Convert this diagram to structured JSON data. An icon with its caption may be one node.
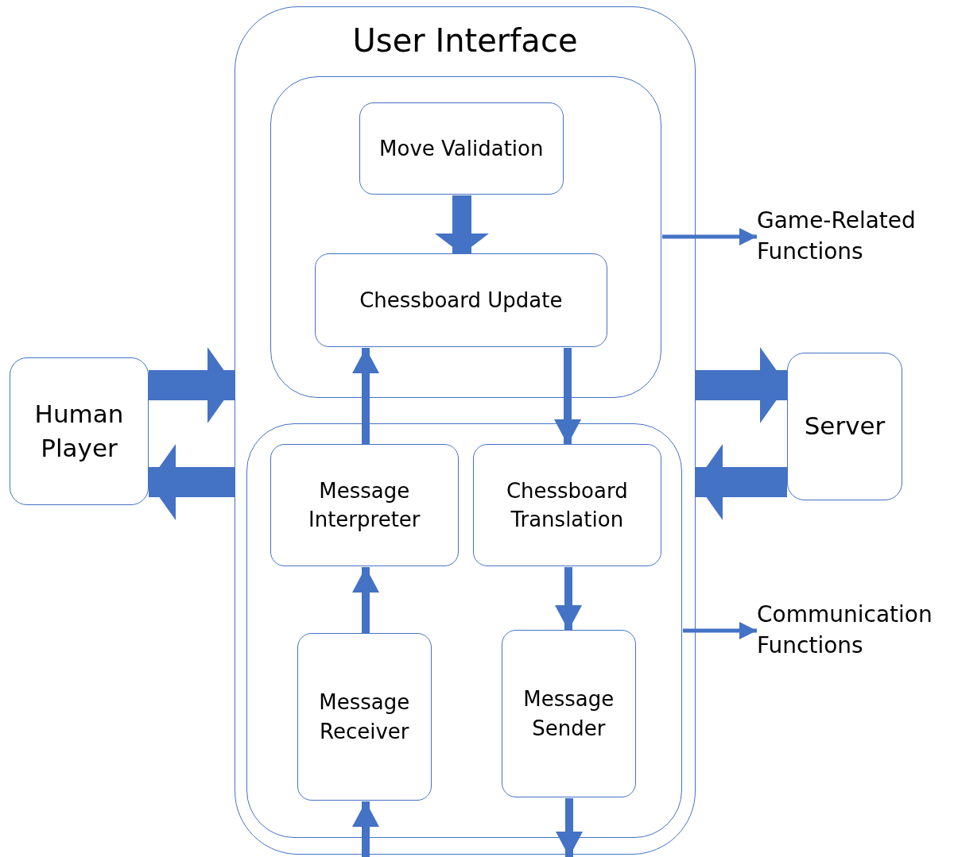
{
  "diagram": {
    "nodes": [
      {
        "text": [
          "User Interface"
        ]
      },
      {
        "text": [],
        "shape": "box",
        "in": 0
      },
      {
        "text": [
          "Move Validation"
        ],
        "in": 1
      },
      {
        "text": [
          "Chessboard Update"
        ],
        "in": 1
      },
      {
        "text": [],
        "shape": "box",
        "in": 0
      },
      {
        "text": [
          "Message Interpreter"
        ],
        "in": 4
      },
      {
        "text": [
          "Chessboard Translation"
        ],
        "in": 4
      },
      {
        "text": [
          "Message Receiver"
        ],
        "in": 4
      },
      {
        "text": [
          "Message Sender"
        ],
        "in": 4
      },
      {
        "text": [
          "Human Player"
        ]
      },
      {
        "text": [
          "Server"
        ]
      },
      {
        "text": [
          "Game-Related Functions"
        ]
      },
      {
        "text": [
          "Communication Functions"
        ]
      }
    ],
    "edges": [
      {
        "from": 2,
        "to": 3,
        "arrow": "to",
        "style": "thick"
      },
      {
        "from": 5,
        "to": 3,
        "arrow": "to"
      },
      {
        "from": 3,
        "to": 6,
        "arrow": "to"
      },
      {
        "from": 6,
        "to": 8,
        "arrow": "to"
      },
      {
        "from": 7,
        "to": 5,
        "arrow": "to"
      },
      {
        "from": null,
        "to": 7,
        "arrow": "to"
      },
      {
        "from": 8,
        "to": null,
        "arrow": "to"
      },
      {
        "from": 1,
        "to": 11,
        "arrow": "to"
      },
      {
        "from": 4,
        "to": 12,
        "arrow": "to"
      },
      {
        "from": 9,
        "to": 0,
        "arrow": "to",
        "style": "thick"
      },
      {
        "from": 0,
        "to": 9,
        "arrow": "to",
        "style": "thick"
      },
      {
        "from": 0,
        "to": 10,
        "arrow": "to",
        "style": "thick"
      },
      {
        "from": 10,
        "to": 0,
        "arrow": "to",
        "style": "thick"
      }
    ]
  }
}
